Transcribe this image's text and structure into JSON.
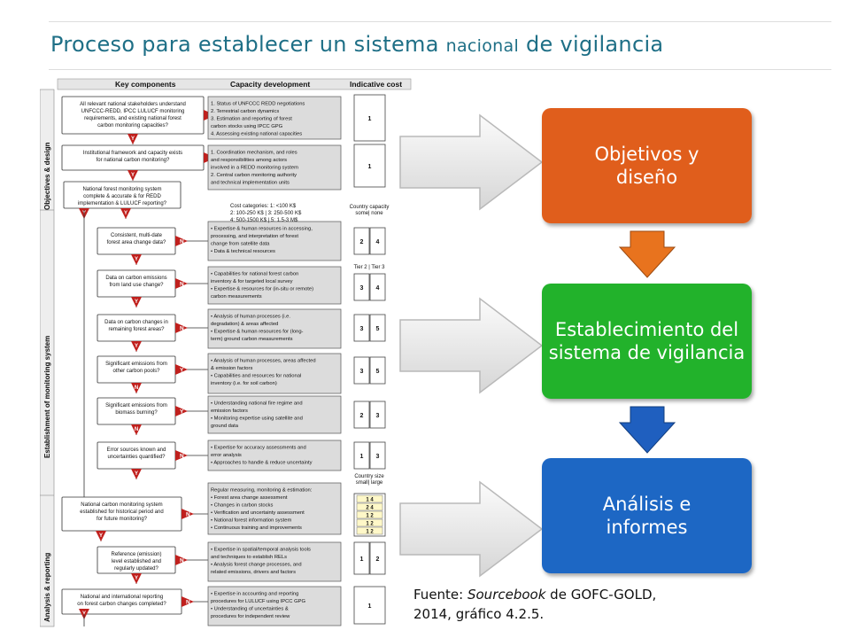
{
  "title": {
    "part1": "Proceso para establecer un sistema ",
    "part2": "nacional",
    "part3": " de vigilancia"
  },
  "stages": [
    {
      "label": "Objetivos y diseño",
      "color": "#e05e1c"
    },
    {
      "label": "Establecimiento del sistema de vigilancia",
      "color": "#22b22b"
    },
    {
      "label": "Análisis e informes",
      "color": "#1d67c4"
    }
  ],
  "connector_colors": {
    "orange": "#e8731e",
    "blue": "#1f5fbf"
  },
  "source": {
    "prefix": "Fuente: ",
    "italic": "Sourcebook",
    "suffix": " de GOFC-GOLD,",
    "line2": "2014, gráfico 4.2.5."
  },
  "flowchart": {
    "headers": [
      "Key components",
      "Capacity development",
      "Indicative cost"
    ],
    "side_labels": [
      "Objectives & design",
      "Establishment of monitoring system",
      "Analysis & reporting"
    ],
    "cost_categories": [
      "Cost categories:  1: <100 K$",
      "2: 100-250 K$   |  3: 250-500 K$",
      "4: 500-1500 K$  |  5: 1.5-3 M$"
    ],
    "country_capacity": [
      "Country capacity",
      "some| none"
    ],
    "tier": "Tier 2 | Tier 3",
    "country_size": [
      "Country size",
      "small| large"
    ],
    "rows": [
      {
        "q": [
          "All relevant national stakeholders understand",
          "UNFCCC-REDD, IPCC LULUCF monitoring",
          "requirements, and existing national  forest",
          "carbon monitoring capacities?"
        ],
        "cap": [
          "1.  Status of UNFCCC REDD negotiations",
          "2.  Terrestrial carbon dynamics",
          "3.  Estimation and reporting of forest",
          "     carbon stocks using IPCC GPG",
          "4.  Assessing existing national capacities"
        ],
        "cost": [
          "1"
        ]
      },
      {
        "q": [
          "Institutional framework and capacity exists",
          "for national carbon monitoring?"
        ],
        "cap": [
          "1.  Coordination mechanism, and roles",
          "     and responsibilities among actors",
          "     involved in a REDD monitoring system",
          "2.  Central carbon monitoring authority",
          "     and technical implementation units"
        ],
        "cost": [
          "1"
        ]
      },
      {
        "q": [
          "National forest monitoring system",
          "complete & accurate & for REDD",
          "implementation & LULUCF reporting?"
        ],
        "cap": [],
        "cost": []
      },
      {
        "q": [
          "Consistent, multi-date",
          "forest area change data?"
        ],
        "cap": [
          "• Expertise & human resources in accessing,",
          "  processing, and interpretation of forest",
          "  change from satellite data",
          "• Data & technical resources"
        ],
        "cost": [
          "2",
          "4"
        ]
      },
      {
        "q": [
          "Data on carbon emissions",
          "from land use change?"
        ],
        "cap": [
          "• Capabilities for national forest carbon",
          "  inventory & for targeted local survey",
          "• Expertise & resources for (in-situ or remote)",
          "  carbon measurements"
        ],
        "cost": [
          "3",
          "4"
        ]
      },
      {
        "q": [
          "Data on carbon changes in",
          "remaining forest areas?"
        ],
        "cap": [
          "• Analysis of human processes (i.e.",
          "  degradation) & areas affected",
          "• Expertise & human resources for  (long-",
          "  term) ground carbon measurements"
        ],
        "cost": [
          "3",
          "5"
        ]
      },
      {
        "q": [
          "Significant emissions from",
          "other carbon pools?"
        ],
        "cap": [
          "• Analysis of human processes, areas affected",
          "  & emission factors",
          "• Capabilities and resources for national",
          "  inventory (i.e. for soil carbon)"
        ],
        "cost": [
          "3",
          "5"
        ]
      },
      {
        "q": [
          "Significant emissions from",
          "biomass burning?"
        ],
        "cap": [
          "• Understanding national fire regime and",
          "  emission factors",
          "• Monitoring expertise using satellite and",
          "  ground data"
        ],
        "cost": [
          "2",
          "3"
        ]
      },
      {
        "q": [
          "Error sources known and",
          "uncertainties quantified?"
        ],
        "cap": [
          "• Expertise for accuracy assessments and",
          "  error analysis",
          "• Approaches to handle & reduce uncertainty"
        ],
        "cost": [
          "1",
          "3"
        ]
      },
      {
        "q": [
          "National carbon monitoring system",
          "established for historical period and",
          "for future monitoring?"
        ],
        "cap": [
          "Regular measuring, monitoring & estimation:",
          "• Forest area change assessment",
          "• Changes in carbon stocks",
          "• Verification and uncertainty assessment",
          "• National forest information system",
          "• Continuous training and improvements"
        ],
        "cost": [
          "1 4",
          "2 4",
          "1 2",
          "1 2",
          "1 2"
        ]
      },
      {
        "q": [
          "Reference (emission)",
          "level established and",
          "regularly updated?"
        ],
        "cap": [
          "• Expertise in spatial/temporal analysis tools",
          "  and techniques to establish RELs",
          "• Analysis forest change  processes, and",
          "  related emissions, drivers and factors"
        ],
        "cost": [
          "1",
          "2"
        ]
      },
      {
        "q": [
          "National and international reporting",
          "on forest carbon changes completed?"
        ],
        "cap": [
          "• Expertise in accounting and reporting",
          "  procedures for LULUCF using IPCC GPG",
          "• Understanding of uncertainties &",
          "  procedures for independent review"
        ],
        "cost": [
          "1"
        ]
      }
    ]
  }
}
